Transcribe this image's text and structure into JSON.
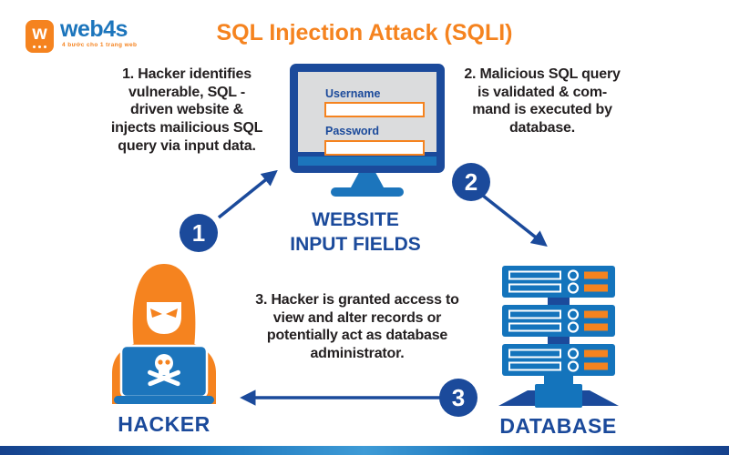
{
  "colors": {
    "orange": "#F5831F",
    "navy": "#1B4A9B",
    "blue": "#1C75BC",
    "screen_gray": "#DBDCDD",
    "text_dark": "#231F20"
  },
  "logo": {
    "mark": "w",
    "brand": "web4s",
    "tagline": "4 bước cho 1 trang web"
  },
  "title": "SQL Injection Attack (SQLI)",
  "steps": {
    "step1": {
      "badge": "1",
      "text": "1. Hacker identifies\nvulnerable, SQL -\ndriven website &\ninjects mailicious SQL\nquery via input data."
    },
    "step2": {
      "badge": "2",
      "text": "2. Malicious SQL query\nis validated & com-\nmand is executed by\ndatabase."
    },
    "step3": {
      "badge": "3",
      "text": "3. Hacker is granted access to\nview and alter records or\npotentially act as database\nadministrator."
    }
  },
  "website": {
    "label": "WEBSITE\nINPUT FIELDS",
    "username_label": "Username",
    "username_value": "",
    "password_label": "Password",
    "password_value": ""
  },
  "hacker": {
    "label": "HACKER"
  },
  "database": {
    "label": "DATABASE"
  }
}
